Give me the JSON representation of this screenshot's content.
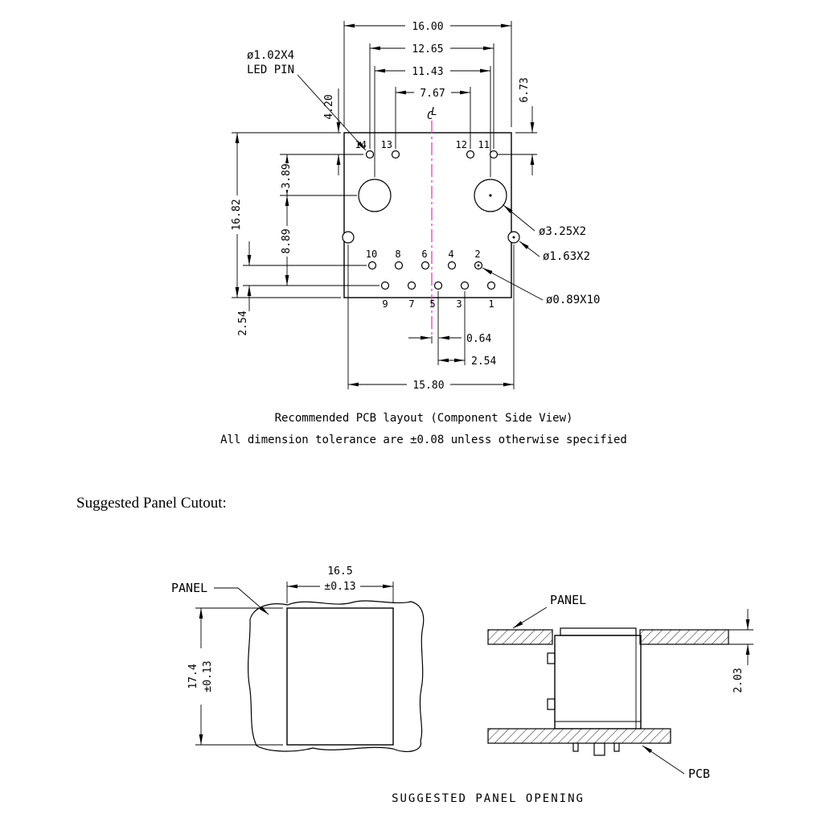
{
  "pcb": {
    "led_label_1": "ø1.02X4",
    "led_label_2": "LED PIN",
    "post_label": "ø3.25X2",
    "side_hole_label": "ø1.63X2",
    "pin_hole_label": "ø0.89X10",
    "cl_c": "C",
    "cl_l": "L",
    "dim_overall_w": "16.00",
    "dim_led_span": "12.65",
    "dim_post_span": "11.43",
    "dim_inner_span": "7.67",
    "dim_top_to_post": "6.73",
    "dim_top_to_led": "4.20",
    "dim_led_to_post": "3.89",
    "dim_overall_h": "16.82",
    "dim_post_to_row": "8.89",
    "dim_row_gap": "2.54",
    "dim_center_offset": "0.64",
    "dim_pin_pitch": "2.54",
    "dim_hole_span": "15.80",
    "pins_top": [
      "14",
      "13",
      "12",
      "11"
    ],
    "pins_mid": [
      "10",
      "8",
      "6",
      "4",
      "2"
    ],
    "pins_bottom": [
      "9",
      "7",
      "5",
      "3",
      "1"
    ],
    "caption_1": "Recommended PCB layout (Component Side View)",
    "caption_2": "All dimension tolerance are ±0.08 unless otherwise specified"
  },
  "panel": {
    "heading": "Suggested Panel Cutout:",
    "front": {
      "panel_label": "PANEL",
      "width_value": "16.5",
      "width_tol": "±0.13",
      "height_value": "17.4",
      "height_tol": "±0.13"
    },
    "side": {
      "panel_label": "PANEL",
      "pcb_label": "PCB",
      "thickness": "2.03"
    },
    "caption": "SUGGESTED PANEL OPENING"
  },
  "colors": {
    "centerline": "#ff2bd9",
    "line": "#000000"
  }
}
